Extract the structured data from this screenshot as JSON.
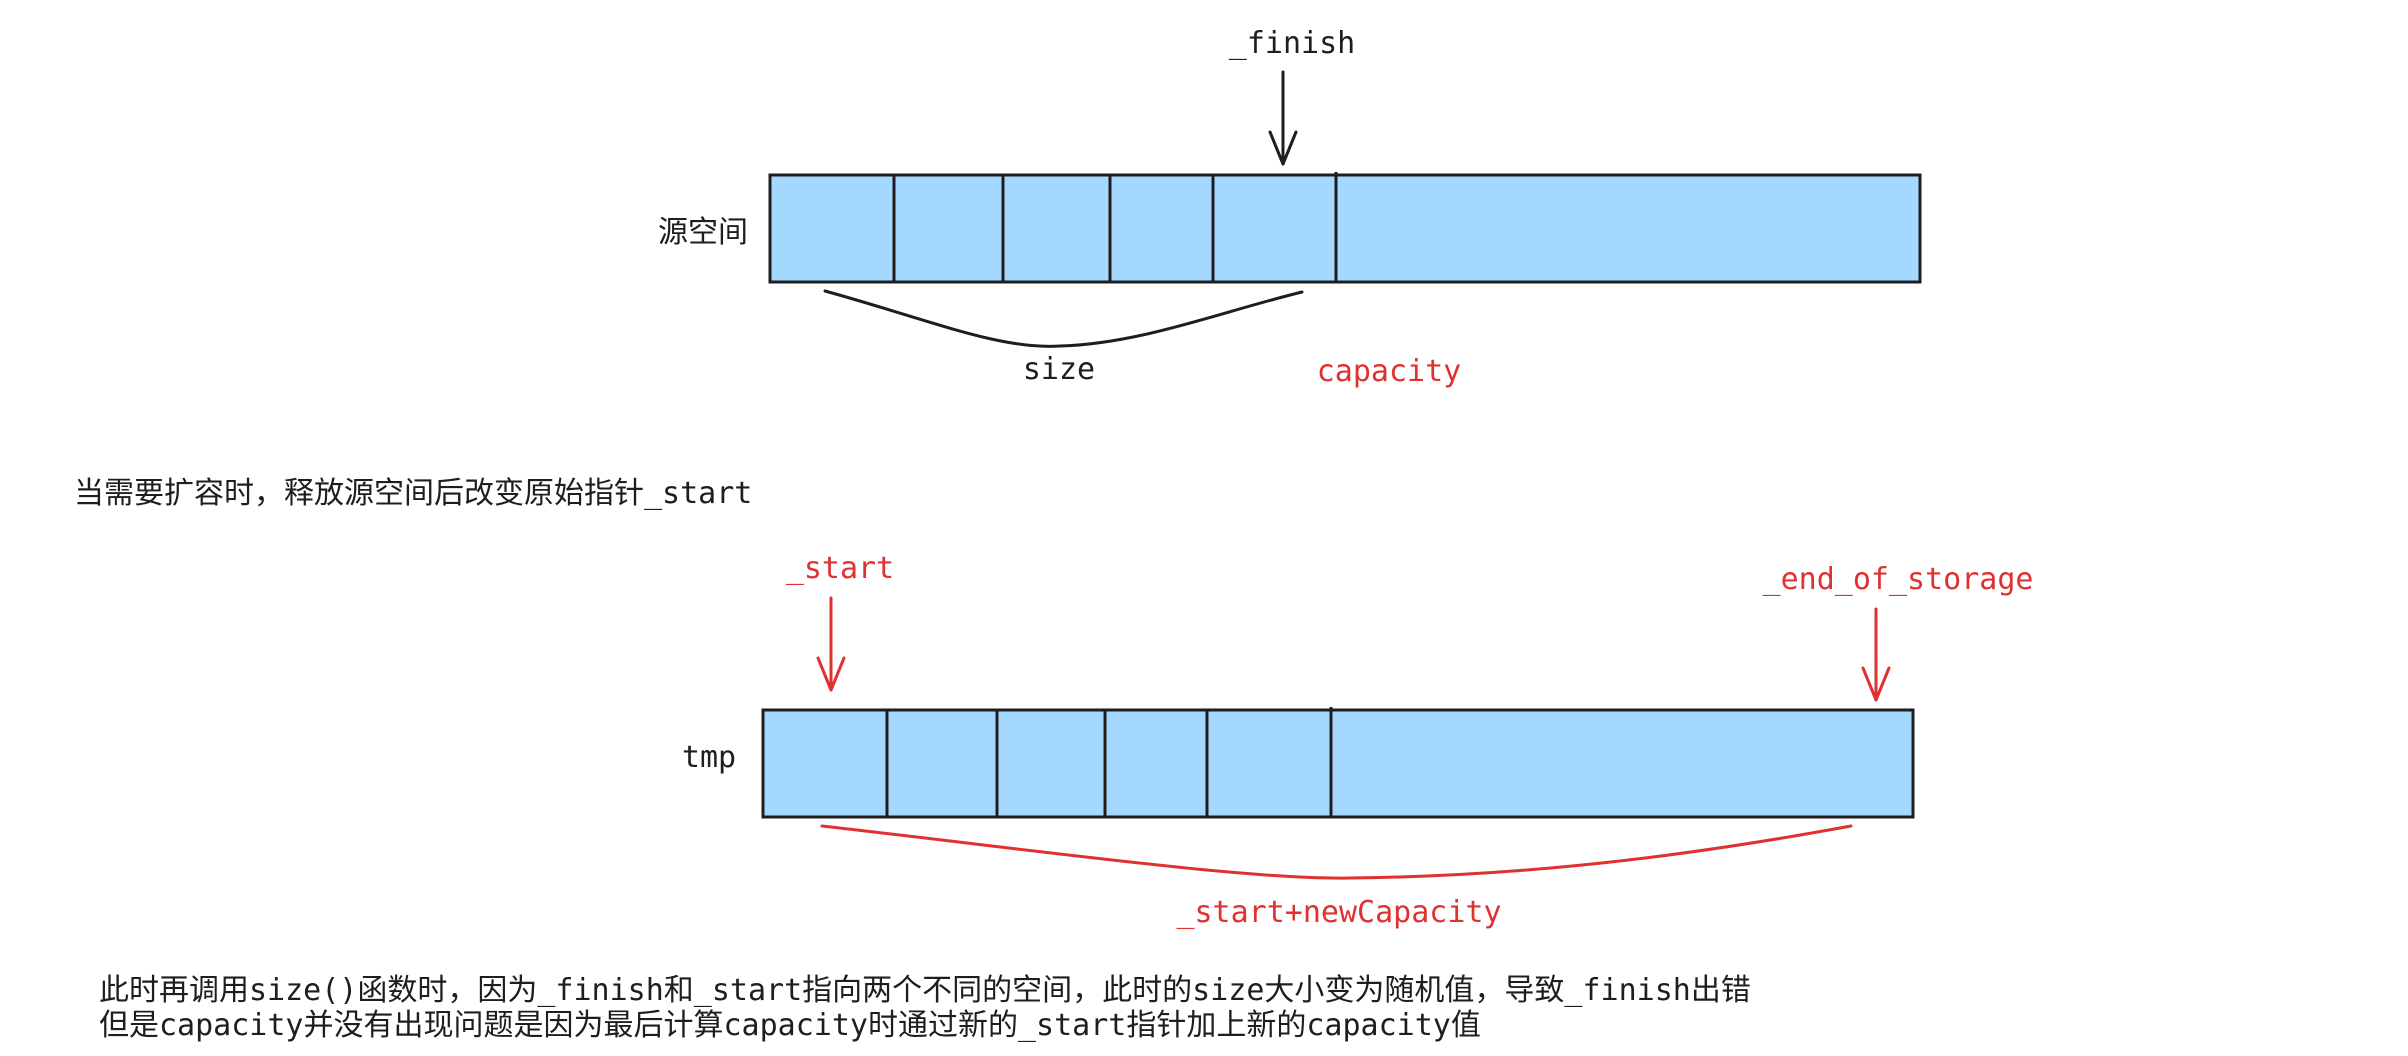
{
  "colors": {
    "cell_fill": "#a5d8ff",
    "stroke": "#1e1e1e",
    "accent": "#e03131"
  },
  "source": {
    "label": "源空间",
    "pointer": "_finish",
    "size_label": "size",
    "capacity_label": "capacity"
  },
  "caption": "当需要扩容时，释放源空间后改变原始指针_start",
  "tmp": {
    "label": "tmp",
    "start_pointer": "_start",
    "end_pointer": "_end_of_storage",
    "span_label": "_start+newCapacity"
  },
  "notes": [
    "此时再调用size()函数时，因为_finish和_start指向两个不同的空间，此时的size大小变为随机值，导致_finish出错",
    "但是capacity并没有出现问题是因为最后计算capacity时通过新的_start指针加上新的capacity值"
  ]
}
